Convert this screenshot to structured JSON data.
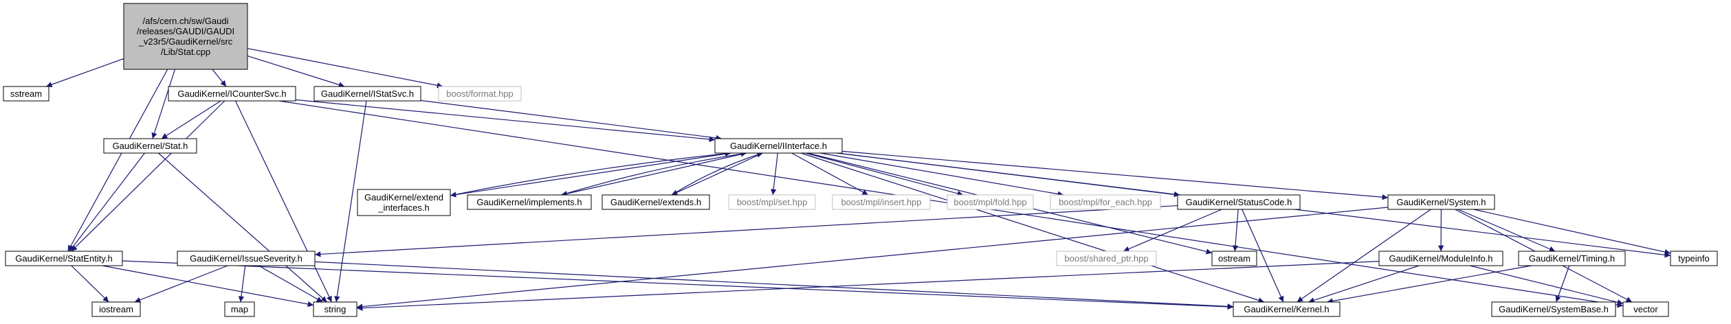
{
  "nodes": [
    {
      "id": "root",
      "lines": [
        "/afs/cern.ch/sw/Gaudi",
        "/releases/GAUDI/GAUDI",
        "_v23r5/GaudiKernel/src",
        "/Lib/Stat.cpp"
      ],
      "kind": "root"
    },
    {
      "id": "sstream",
      "lines": [
        "sstream"
      ],
      "kind": "internal"
    },
    {
      "id": "icountersvc",
      "lines": [
        "GaudiKernel/ICounterSvc.h"
      ],
      "kind": "internal"
    },
    {
      "id": "istatsvc",
      "lines": [
        "GaudiKernel/IStatSvc.h"
      ],
      "kind": "internal"
    },
    {
      "id": "boostformat",
      "lines": [
        "boost/format.hpp"
      ],
      "kind": "external"
    },
    {
      "id": "stat",
      "lines": [
        "GaudiKernel/Stat.h"
      ],
      "kind": "internal"
    },
    {
      "id": "iinterface",
      "lines": [
        "GaudiKernel/IInterface.h"
      ],
      "kind": "internal"
    },
    {
      "id": "extendif",
      "lines": [
        "GaudiKernel/extend",
        "_interfaces.h"
      ],
      "kind": "internal"
    },
    {
      "id": "implements",
      "lines": [
        "GaudiKernel/implements.h"
      ],
      "kind": "internal"
    },
    {
      "id": "extends",
      "lines": [
        "GaudiKernel/extends.h"
      ],
      "kind": "internal"
    },
    {
      "id": "mplset",
      "lines": [
        "boost/mpl/set.hpp"
      ],
      "kind": "external"
    },
    {
      "id": "mplinsert",
      "lines": [
        "boost/mpl/insert.hpp"
      ],
      "kind": "external"
    },
    {
      "id": "mplfold",
      "lines": [
        "boost/mpl/fold.hpp"
      ],
      "kind": "external"
    },
    {
      "id": "mplforeach",
      "lines": [
        "boost/mpl/for_each.hpp"
      ],
      "kind": "external"
    },
    {
      "id": "statuscode",
      "lines": [
        "GaudiKernel/StatusCode.h"
      ],
      "kind": "internal"
    },
    {
      "id": "system",
      "lines": [
        "GaudiKernel/System.h"
      ],
      "kind": "internal"
    },
    {
      "id": "statentity",
      "lines": [
        "GaudiKernel/StatEntity.h"
      ],
      "kind": "internal"
    },
    {
      "id": "issueseverity",
      "lines": [
        "GaudiKernel/IssueSeverity.h"
      ],
      "kind": "internal"
    },
    {
      "id": "sharedptr",
      "lines": [
        "boost/shared_ptr.hpp"
      ],
      "kind": "external"
    },
    {
      "id": "ostream",
      "lines": [
        "ostream"
      ],
      "kind": "internal"
    },
    {
      "id": "moduleinfo",
      "lines": [
        "GaudiKernel/ModuleInfo.h"
      ],
      "kind": "internal"
    },
    {
      "id": "timing",
      "lines": [
        "GaudiKernel/Timing.h"
      ],
      "kind": "internal"
    },
    {
      "id": "typeinfo",
      "lines": [
        "typeinfo"
      ],
      "kind": "internal"
    },
    {
      "id": "iostream",
      "lines": [
        "iostream"
      ],
      "kind": "internal"
    },
    {
      "id": "map",
      "lines": [
        "map"
      ],
      "kind": "internal"
    },
    {
      "id": "string",
      "lines": [
        "string"
      ],
      "kind": "internal"
    },
    {
      "id": "kernel",
      "lines": [
        "GaudiKernel/Kernel.h"
      ],
      "kind": "internal"
    },
    {
      "id": "systembase",
      "lines": [
        "GaudiKernel/SystemBase.h"
      ],
      "kind": "internal"
    },
    {
      "id": "vector",
      "lines": [
        "vector"
      ],
      "kind": "internal"
    }
  ],
  "edges": [
    [
      "root",
      "sstream"
    ],
    [
      "root",
      "icountersvc"
    ],
    [
      "root",
      "istatsvc"
    ],
    [
      "root",
      "boostformat"
    ],
    [
      "root",
      "stat"
    ],
    [
      "root",
      "statentity"
    ],
    [
      "icountersvc",
      "stat"
    ],
    [
      "icountersvc",
      "iinterface"
    ],
    [
      "icountersvc",
      "statentity"
    ],
    [
      "icountersvc",
      "string"
    ],
    [
      "istatsvc",
      "iinterface"
    ],
    [
      "istatsvc",
      "string"
    ],
    [
      "stat",
      "statentity"
    ],
    [
      "stat",
      "string"
    ],
    [
      "iinterface",
      "extendif"
    ],
    [
      "iinterface",
      "implements"
    ],
    [
      "iinterface",
      "extends"
    ],
    [
      "iinterface",
      "mplset"
    ],
    [
      "iinterface",
      "mplinsert"
    ],
    [
      "iinterface",
      "mplfold"
    ],
    [
      "iinterface",
      "mplforeach"
    ],
    [
      "iinterface",
      "statuscode"
    ],
    [
      "iinterface",
      "system"
    ],
    [
      "iinterface",
      "kernel"
    ],
    [
      "iinterface",
      "typeinfo"
    ],
    [
      "iinterface",
      "ostream"
    ],
    [
      "extendif",
      "iinterface"
    ],
    [
      "implements",
      "iinterface"
    ],
    [
      "extends",
      "iinterface"
    ],
    [
      "statuscode",
      "issueseverity"
    ],
    [
      "statuscode",
      "sharedptr"
    ],
    [
      "statuscode",
      "ostream"
    ],
    [
      "statuscode",
      "kernel"
    ],
    [
      "system",
      "moduleinfo"
    ],
    [
      "system",
      "timing"
    ],
    [
      "system",
      "typeinfo"
    ],
    [
      "system",
      "vector"
    ],
    [
      "system",
      "string"
    ],
    [
      "system",
      "kernel"
    ],
    [
      "statentity",
      "iostream"
    ],
    [
      "statentity",
      "string"
    ],
    [
      "statentity",
      "kernel"
    ],
    [
      "issueseverity",
      "iostream"
    ],
    [
      "issueseverity",
      "map"
    ],
    [
      "issueseverity",
      "string"
    ],
    [
      "issueseverity",
      "kernel"
    ],
    [
      "moduleinfo",
      "string"
    ],
    [
      "moduleinfo",
      "kernel"
    ],
    [
      "moduleinfo",
      "vector"
    ],
    [
      "timing",
      "kernel"
    ],
    [
      "timing",
      "systembase"
    ],
    [
      "icountersvc",
      "vector"
    ]
  ]
}
